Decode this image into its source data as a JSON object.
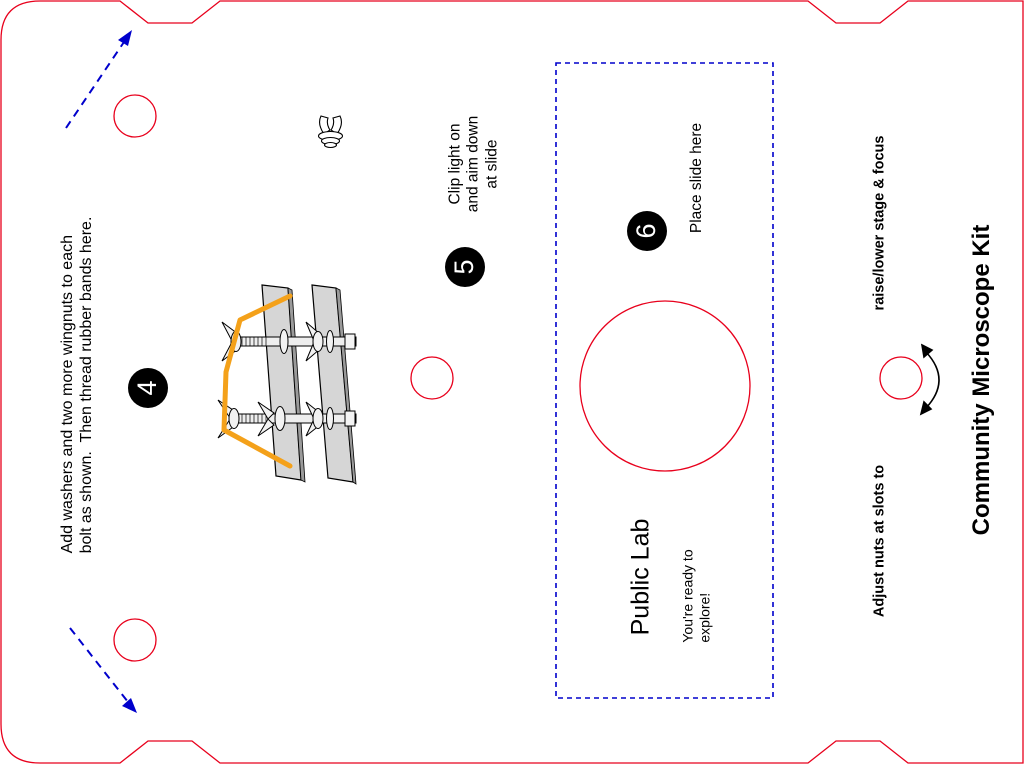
{
  "step4": {
    "number": "4",
    "text": "Add washers and two more wingnuts to each\nbolt as shown.  Then thread rubber bands here."
  },
  "step5": {
    "number": "5",
    "text": "Clip light on\nand aim down\nat slide"
  },
  "step6": {
    "number": "6",
    "text": "Place slide here"
  },
  "brand": {
    "name": "Public Lab",
    "tagline": "You're ready to\nexplore!"
  },
  "focus": {
    "adjust_label": "Adjust nuts at slots to",
    "raise_label": "raise/lower stage & focus"
  },
  "title": "Community Microscope Kit",
  "colors": {
    "cut_line": "#e8001c",
    "dashed": "#0000cc",
    "rubber_band": "#f4a11a",
    "badge": "#000000"
  },
  "icons": [
    "wingnut-icon",
    "double-arrow-icon",
    "dashed-arrow-icon"
  ]
}
